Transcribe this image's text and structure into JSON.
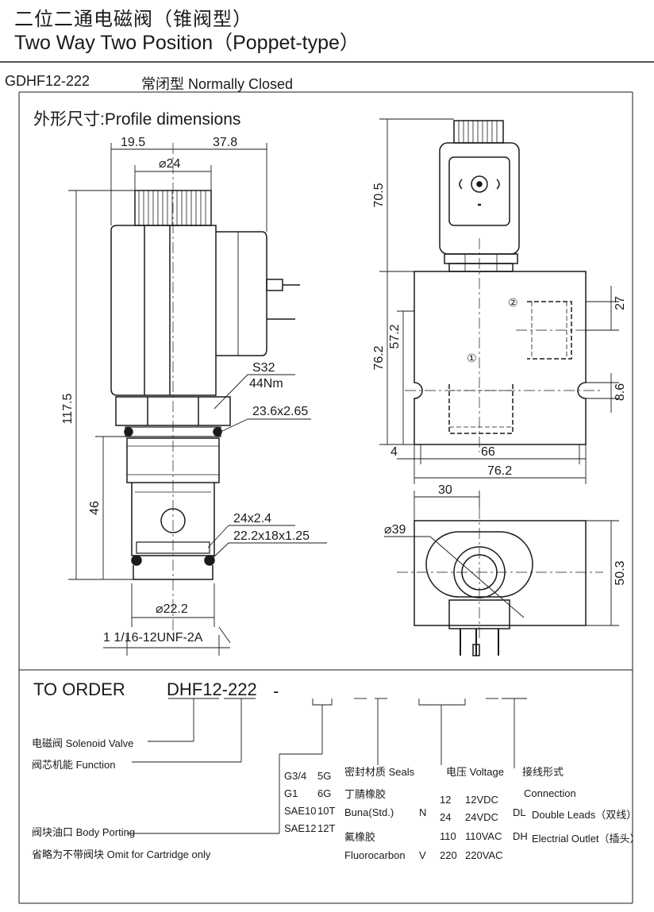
{
  "header": {
    "title_cn": "二位二通电磁阀（锥阀型）",
    "title_en": "Two Way Two Position（Poppet-type）",
    "model": "GDHF12-222",
    "subtitle": "常闭型 Normally Closed",
    "profile_label": "外形尺寸:Profile dimensions"
  },
  "dims": {
    "d1": "19.5",
    "d2": "37.8",
    "d3": "⌀24",
    "d4": "117.5",
    "d5": "S32",
    "d6": "44Nm",
    "d7": "23.6x2.65",
    "d8": "46",
    "d9": "24x2.4",
    "d10": "22.2x18x1.25",
    "d11": "⌀22.2",
    "d12": "1 1/16-12UNF-2A",
    "d13": "70.5",
    "d14": "76.2",
    "d15": "57.2",
    "d16": "27",
    "d17": "8.6",
    "d18": "4",
    "d19": "66",
    "d20": "76.2",
    "d21": "30",
    "d22": "⌀39",
    "d23": "50.3",
    "port1": "①",
    "port2": "②"
  },
  "order": {
    "title": "TO ORDER",
    "code": "DHF12-222",
    "sep": "-",
    "solenoid": "电磁阀 Solenoid Valve",
    "function": "阀芯机能 Function",
    "body_porting": "阀块油口 Body Porting",
    "omit": "省略为不带阀块 Omit for Cartridge only",
    "ports": [
      {
        "name": "G3/4",
        "code": "5G"
      },
      {
        "name": "G1",
        "code": "6G"
      },
      {
        "name": "SAE10",
        "code": "10T"
      },
      {
        "name": "SAE12",
        "code": "12T"
      }
    ],
    "seals_header": "密封材质 Seals",
    "seal_items": [
      "丁腈橡胶",
      "Buna(Std.)",
      "氟橡胶",
      "Fluorocarbon"
    ],
    "seal_codes": [
      "N",
      "V"
    ],
    "voltage_header": "电压 Voltage",
    "voltages": [
      {
        "code": "12",
        "label": "12VDC"
      },
      {
        "code": "24",
        "label": "24VDC"
      },
      {
        "code": "110",
        "label": "110VAC"
      },
      {
        "code": "220",
        "label": "220VAC"
      }
    ],
    "connection_header": "接线形式",
    "connection_en": "Connection",
    "connections": [
      {
        "code": "DL",
        "label": "Double Leads（双线）"
      },
      {
        "code": "DH",
        "label": "Electrial Outlet（插头）"
      }
    ]
  }
}
